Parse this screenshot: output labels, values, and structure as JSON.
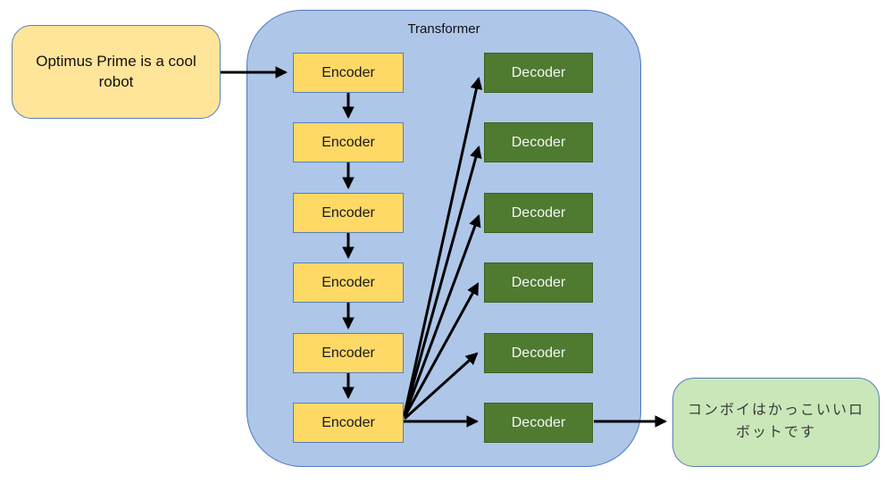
{
  "diagram": {
    "title": "Transformer",
    "input": {
      "text": "Optimus Prime is a cool robot"
    },
    "encoders": [
      "Encoder",
      "Encoder",
      "Encoder",
      "Encoder",
      "Encoder",
      "Encoder"
    ],
    "decoders": [
      "Decoder",
      "Decoder",
      "Decoder",
      "Decoder",
      "Decoder",
      "Decoder"
    ],
    "output": {
      "text": "コンボイはかっこいいロボットです"
    },
    "colors": {
      "container-fill": "#AEC6E8",
      "container-border": "#4B79C1",
      "input-fill": "#FFE599",
      "encoder-fill": "#FFD966",
      "decoder-fill": "#4E7B30",
      "decoder-border": "#3C6224",
      "output-fill": "#C9E7B8",
      "box-border": "#5B7FB4",
      "arrow-color": "#000000"
    }
  }
}
